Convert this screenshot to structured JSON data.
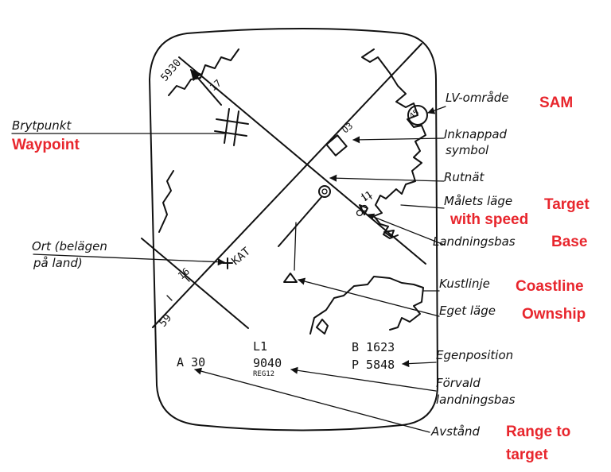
{
  "callouts": {
    "waypoint": {
      "sv": "Brytpunkt",
      "en": "Waypoint"
    },
    "place": {
      "sv_line1": "Ort (belägen",
      "sv_line2": "på land)"
    },
    "sam": {
      "sv": "LV-område",
      "en": "SAM"
    },
    "selected_symbol": {
      "sv_line1": "Inknappad",
      "sv_line2": "symbol"
    },
    "grid": {
      "sv": "Rutnät"
    },
    "target": {
      "sv": "Målets läge",
      "en_line1": "Target",
      "en_line2": "with speed"
    },
    "base": {
      "sv": "Landningsbas",
      "en": "Base"
    },
    "coastline": {
      "sv": "Kustlinje",
      "en": "Coastline"
    },
    "ownship": {
      "sv": "Eget läge",
      "en": "Ownship"
    },
    "own_position": {
      "sv": "Egenposition"
    },
    "preset_base": {
      "sv_line1": "Förvald",
      "sv_line2": "landningsbas"
    },
    "range": {
      "sv": "Avstånd",
      "en_line1": "Range to",
      "en_line2": "target"
    }
  },
  "display": {
    "grid_label_top": "5930",
    "grid_label_bottom": "59",
    "track_label_1": "17",
    "track_label_2": "16",
    "place_name": "KAT",
    "sam_value": "45",
    "symbol_code": "O3",
    "target_speed": "11",
    "leg": "L1",
    "base_code": "9040",
    "region": "REG12",
    "pos_b": "B 1623",
    "pos_p": "P 5848",
    "range": "A 30"
  },
  "colors": {
    "ink": "#111111",
    "english_label": "#e8262d"
  }
}
